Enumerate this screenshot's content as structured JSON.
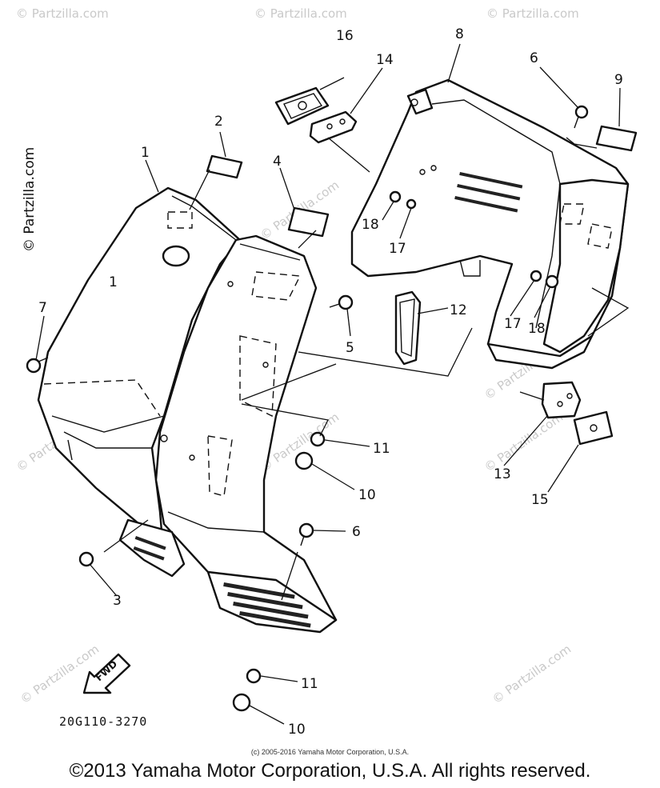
{
  "watermark": "© Partzilla.com",
  "diagram_code": "20G110-3270",
  "fwd_label": "FWD",
  "part_labels": {
    "p1": "1",
    "p1b": "1",
    "p2": "2",
    "p3": "3",
    "p4": "4",
    "p5": "5",
    "p6a": "6",
    "p6b": "6",
    "p7": "7",
    "p8": "8",
    "p9": "9",
    "p10a": "10",
    "p10b": "10",
    "p11a": "11",
    "p11b": "11",
    "p12": "12",
    "p13": "13",
    "p14": "14",
    "p15": "15",
    "p16": "16",
    "p17a": "17",
    "p17b": "17",
    "p18a": "18",
    "p18b": "18"
  },
  "fine_copyright": "(c) 2005-2016 Yamaha Motor Corporation, U.S.A.",
  "main_copyright": "©2013 Yamaha Motor Corporation, U.S.A. All rights reserved."
}
